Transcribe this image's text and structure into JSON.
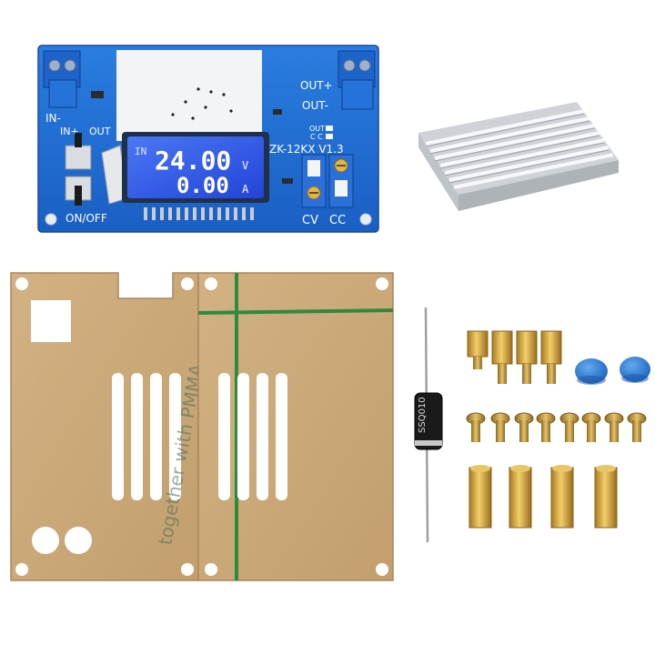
{
  "board": {
    "label_in_minus": "IN-",
    "label_in_plus": "IN+",
    "label_out": "OUT",
    "label_out_plus": "OUT+",
    "label_out_minus": "OUT-",
    "label_out_small": "OUT",
    "label_cc_small": "C C",
    "label_model": "ZK-12KX V1.3",
    "label_on_off": "ON/OFF",
    "label_cv": "CV",
    "label_cc": "CC",
    "lcd": {
      "in_label": "IN",
      "voltage": "24.00",
      "voltage_unit": "V",
      "current": "0.00",
      "current_unit": "A"
    }
  },
  "acrylic": {
    "film_text": "together with PMMA"
  },
  "diode": {
    "marking": "SSQ010"
  },
  "colors": {
    "pcb_blue": "#1f6fd1",
    "lcd_blue": "#2c56e8",
    "acrylic_tan": "#c9a677",
    "brass": "#d4a63c",
    "cap_blue": "#2f7fd6",
    "terminal_blue": "#1d63c9"
  }
}
